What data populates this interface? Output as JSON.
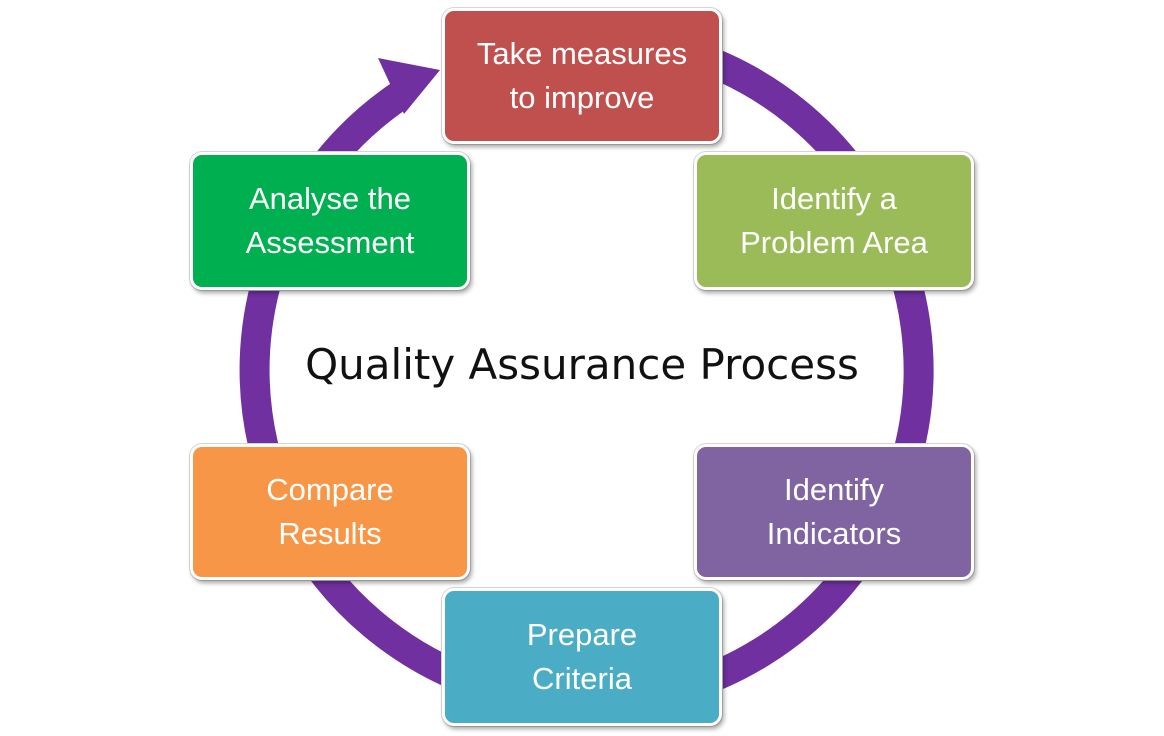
{
  "title": "Quality Assurance Process",
  "colors": {
    "ring": "#7030a0",
    "take_measures": "#c0504d",
    "identify_problem": "#9bbb59",
    "identify_indicators": "#8064a2",
    "prepare_criteria": "#4bacc6",
    "compare_results": "#f79646",
    "analyse_assessment": "#00b050"
  },
  "steps": [
    {
      "id": "take-measures",
      "line1": "Take measures",
      "line2": "to improve"
    },
    {
      "id": "identify-problem",
      "line1": "Identify a",
      "line2": "Problem Area"
    },
    {
      "id": "identify-indicators",
      "line1": "Identify",
      "line2": "Indicators"
    },
    {
      "id": "prepare-criteria",
      "line1": "Prepare",
      "line2": "Criteria"
    },
    {
      "id": "compare-results",
      "line1": "Compare",
      "line2": "Results"
    },
    {
      "id": "analyse-assessment",
      "line1": "Analyse the",
      "line2": "Assessment"
    }
  ]
}
